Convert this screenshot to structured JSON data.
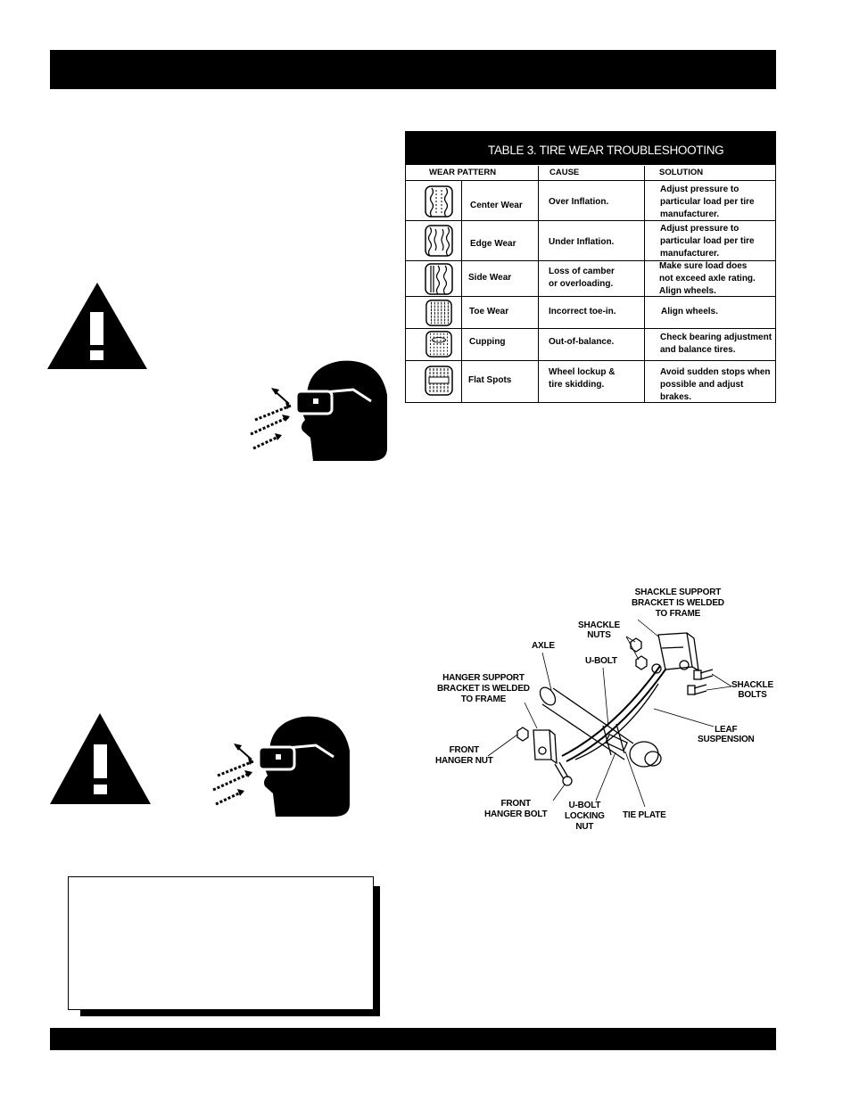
{
  "table": {
    "title": "TABLE 3.  TIRE WEAR TROUBLESHOOTING",
    "headers": {
      "pattern": "WEAR PATTERN",
      "cause": "CAUSE",
      "solution": "SOLUTION"
    },
    "rows": [
      {
        "pattern": "Center Wear",
        "cause": "Over Inflation.",
        "solution": [
          "Adjust pressure to",
          "particular load per tire",
          "manufacturer."
        ]
      },
      {
        "pattern": "Edge Wear",
        "cause": "Under Inflation.",
        "solution": [
          "Adjust pressure to",
          "particular load per tire",
          "manufacturer."
        ]
      },
      {
        "pattern": "Side Wear",
        "cause": [
          "Loss of camber",
          "or overloading."
        ],
        "solution": [
          "Make sure load does",
          "not exceed axle rating.",
          "Align wheels."
        ]
      },
      {
        "pattern": "Toe Wear",
        "cause": "Incorrect toe-in.",
        "solution": "Align wheels."
      },
      {
        "pattern": "Cupping",
        "cause": "Out-of-balance.",
        "solution": [
          "Check bearing adjustment",
          "and balance tires."
        ]
      },
      {
        "pattern": "Flat Spots",
        "cause": [
          "Wheel lockup &",
          "tire skidding."
        ],
        "solution": [
          "Avoid sudden stops when",
          "possible and adjust brakes."
        ]
      }
    ]
  },
  "diagram": {
    "shackle_support": [
      "SHACKLE SUPPORT",
      "BRACKET IS WELDED",
      "TO FRAME"
    ],
    "shackle_nuts": [
      "SHACKLE",
      "NUTS"
    ],
    "axle": "AXLE",
    "u_bolt": "U-BOLT",
    "hanger_support": [
      "HANGER SUPPORT",
      "BRACKET IS WELDED",
      "TO FRAME"
    ],
    "shackle_bolts": [
      "SHACKLE",
      "BOLTS"
    ],
    "leaf_suspension": [
      "LEAF",
      "SUSPENSION"
    ],
    "front_hanger_nut": [
      "FRONT",
      "HANGER NUT"
    ],
    "front_hanger_bolt": [
      "FRONT",
      "HANGER BOLT"
    ],
    "u_bolt_locking_nut": [
      "U-BOLT",
      "LOCKING",
      "NUT"
    ],
    "tie_plate": "TIE PLATE"
  }
}
